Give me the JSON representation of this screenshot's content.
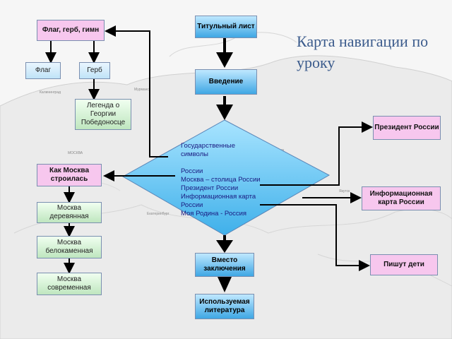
{
  "title": "Карта навигации по уроку",
  "nodes": {
    "title_page": "Титульный лист",
    "intro": "Введение",
    "flag_gerb": "Флаг, герб, гимн",
    "flag": "Флаг",
    "gerb": "Герб",
    "legend": "Легенда о Георгии Победоносце",
    "moscow_built": "Как Москва строилась",
    "moscow_wood": "Москва деревянная",
    "moscow_white": "Москва белокаменная",
    "moscow_modern": "Москва современная",
    "conclusion": "Вместо заключения",
    "literature": "Используемая литература",
    "president": "Президент России",
    "info_map": "Информационная карта России",
    "kids_write": "Пишут дети"
  },
  "diamond_items": [
    "Государственные",
    "символы",
    "",
    "России",
    "Москва – столица России",
    "Президент России",
    "Информационная карта",
    "России",
    "Моя Родина - Россия"
  ],
  "map_labels": [
    "Калининград",
    "Мурманск",
    "МОСКВА",
    "Екатеринбург",
    "Якутск",
    "Норильск"
  ],
  "colors": {
    "blue": "#3fa7e4",
    "pink": "#f7c7ee",
    "diamond": "#5fc3f0",
    "arrow": "#000000",
    "title": "#3b5b8c"
  }
}
